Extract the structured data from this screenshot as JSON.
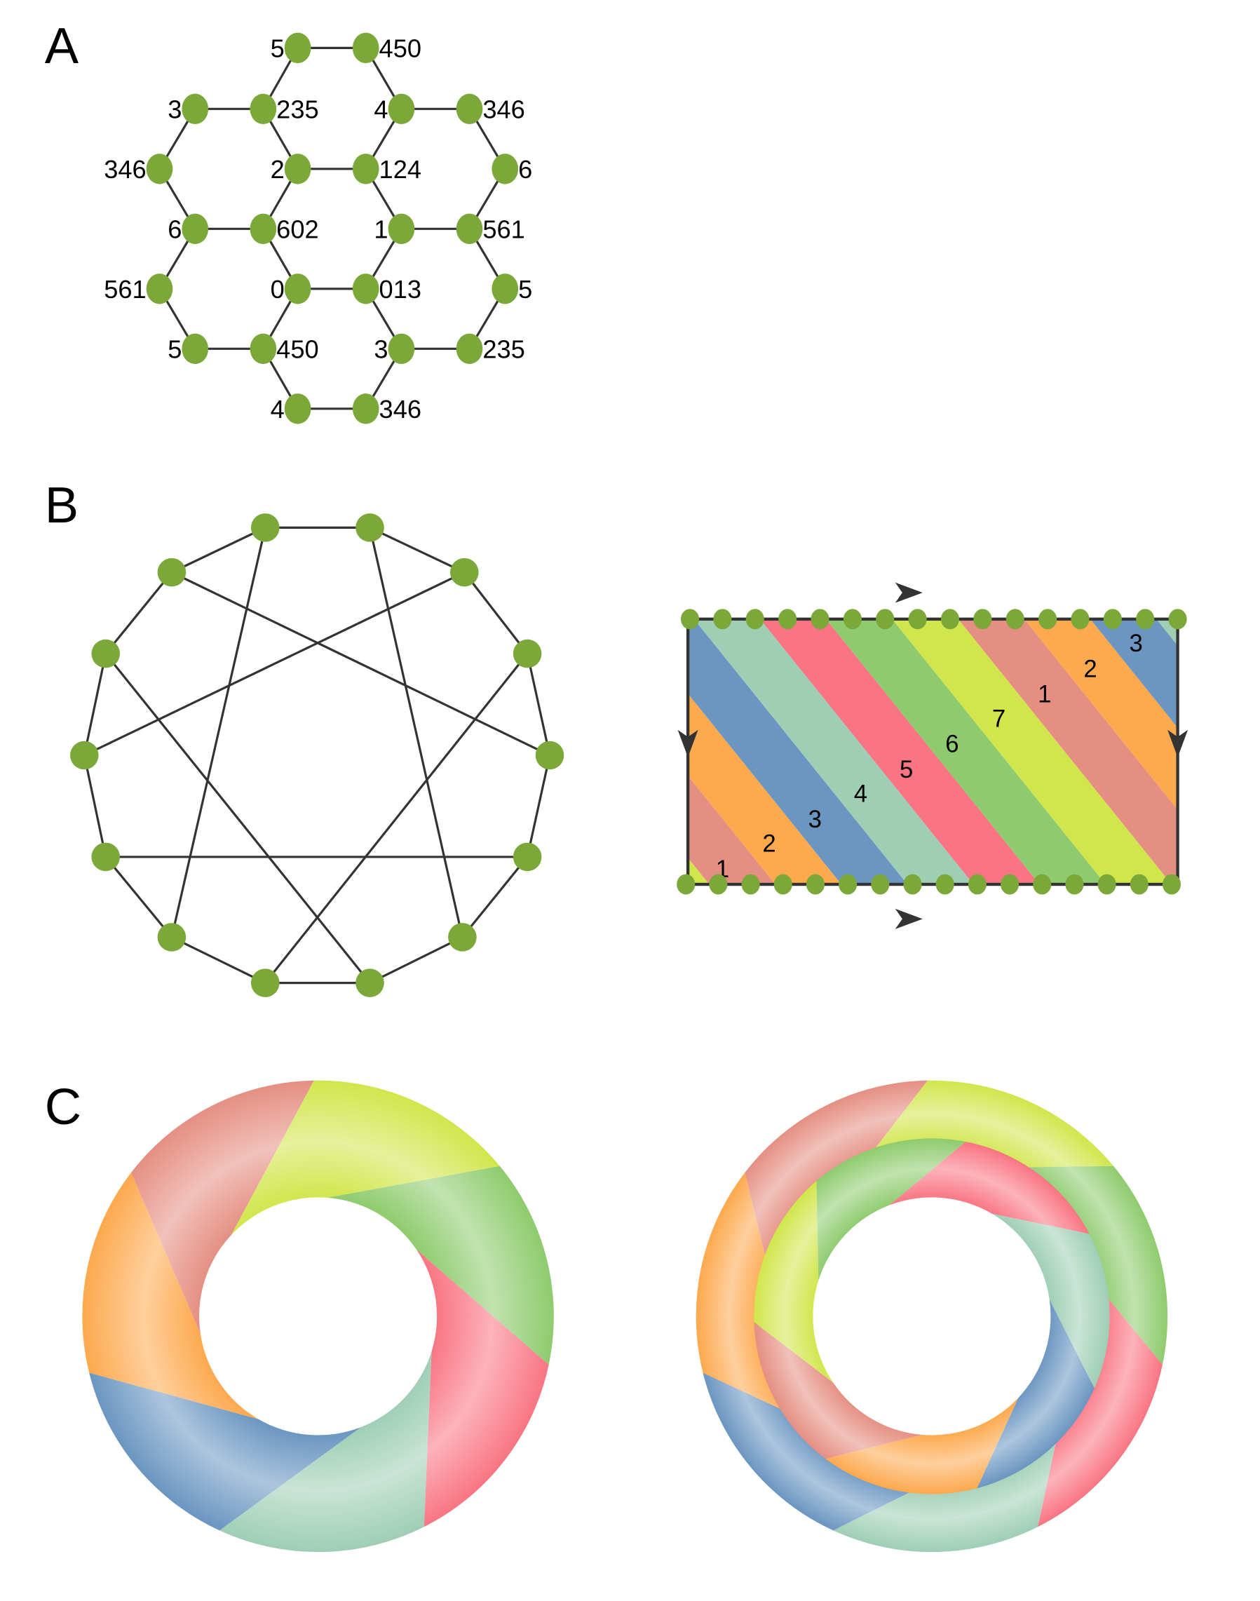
{
  "panels": {
    "a": {
      "letter": "A"
    },
    "b": {
      "letter": "B"
    },
    "c": {
      "letter": "C"
    }
  },
  "colors": {
    "node": "#7ca83a",
    "edge": "#333333",
    "salmon": "#e58f83",
    "orange": "#fda94e",
    "blue": "#6b96c1",
    "teal": "#9fceb5",
    "red": "#f97583",
    "green": "#8fcb6e",
    "lime": "#d1e64c"
  },
  "hex_graph": {
    "node_labels": [
      "5",
      "450",
      "3",
      "235",
      "4",
      "346",
      "346",
      "2",
      "124",
      "6",
      "6",
      "602",
      "1",
      "561",
      "561",
      "0",
      "013",
      "5",
      "5",
      "450",
      "3",
      "235",
      "4",
      "346"
    ]
  },
  "torus_strip": {
    "stripe_labels": [
      "1",
      "2",
      "3",
      "4",
      "5",
      "6",
      "7",
      "1",
      "2",
      "3"
    ]
  }
}
